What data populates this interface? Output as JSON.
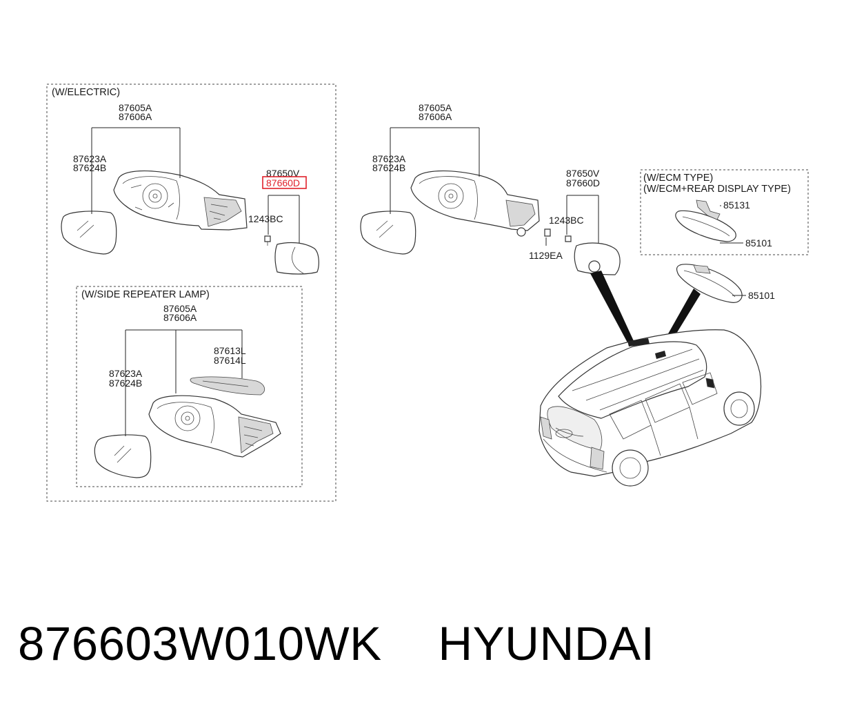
{
  "footer": {
    "part_number": "876603W010WK",
    "brand": "HYUNDAI"
  },
  "groups": {
    "electric": {
      "title": "(W/ELECTRIC)"
    },
    "side_repeater": {
      "title": "(W/SIDE REPEATER LAMP)"
    },
    "ecm": {
      "title_line1": "(W/ECM TYPE)",
      "title_line2": "(W/ECM+REAR DISPLAY TYPE)"
    }
  },
  "labels": {
    "l_87605A_a": "87605A",
    "l_87606A_a": "87606A",
    "l_87623A_a": "87623A",
    "l_87624B_a": "87624B",
    "l_87650V_a": "87650V",
    "l_87660D_a": "87660D",
    "l_1243BC_a": "1243BC",
    "l_87605A_b": "87605A",
    "l_87606A_b": "87606A",
    "l_87623A_b": "87623A",
    "l_87624B_b": "87624B",
    "l_87613L": "87613L",
    "l_87614L": "87614L",
    "l_87605A_c": "87605A",
    "l_87606A_c": "87606A",
    "l_87623A_c": "87623A",
    "l_87624B_c": "87624B",
    "l_87650V_c": "87650V",
    "l_87660D_c": "87660D",
    "l_1243BC_c": "1243BC",
    "l_1129EA": "1129EA",
    "l_85131": "85131",
    "l_85101_a": "85101",
    "l_85101_b": "85101"
  },
  "highlight": {
    "part": "87660D",
    "color": "#e0202a"
  }
}
